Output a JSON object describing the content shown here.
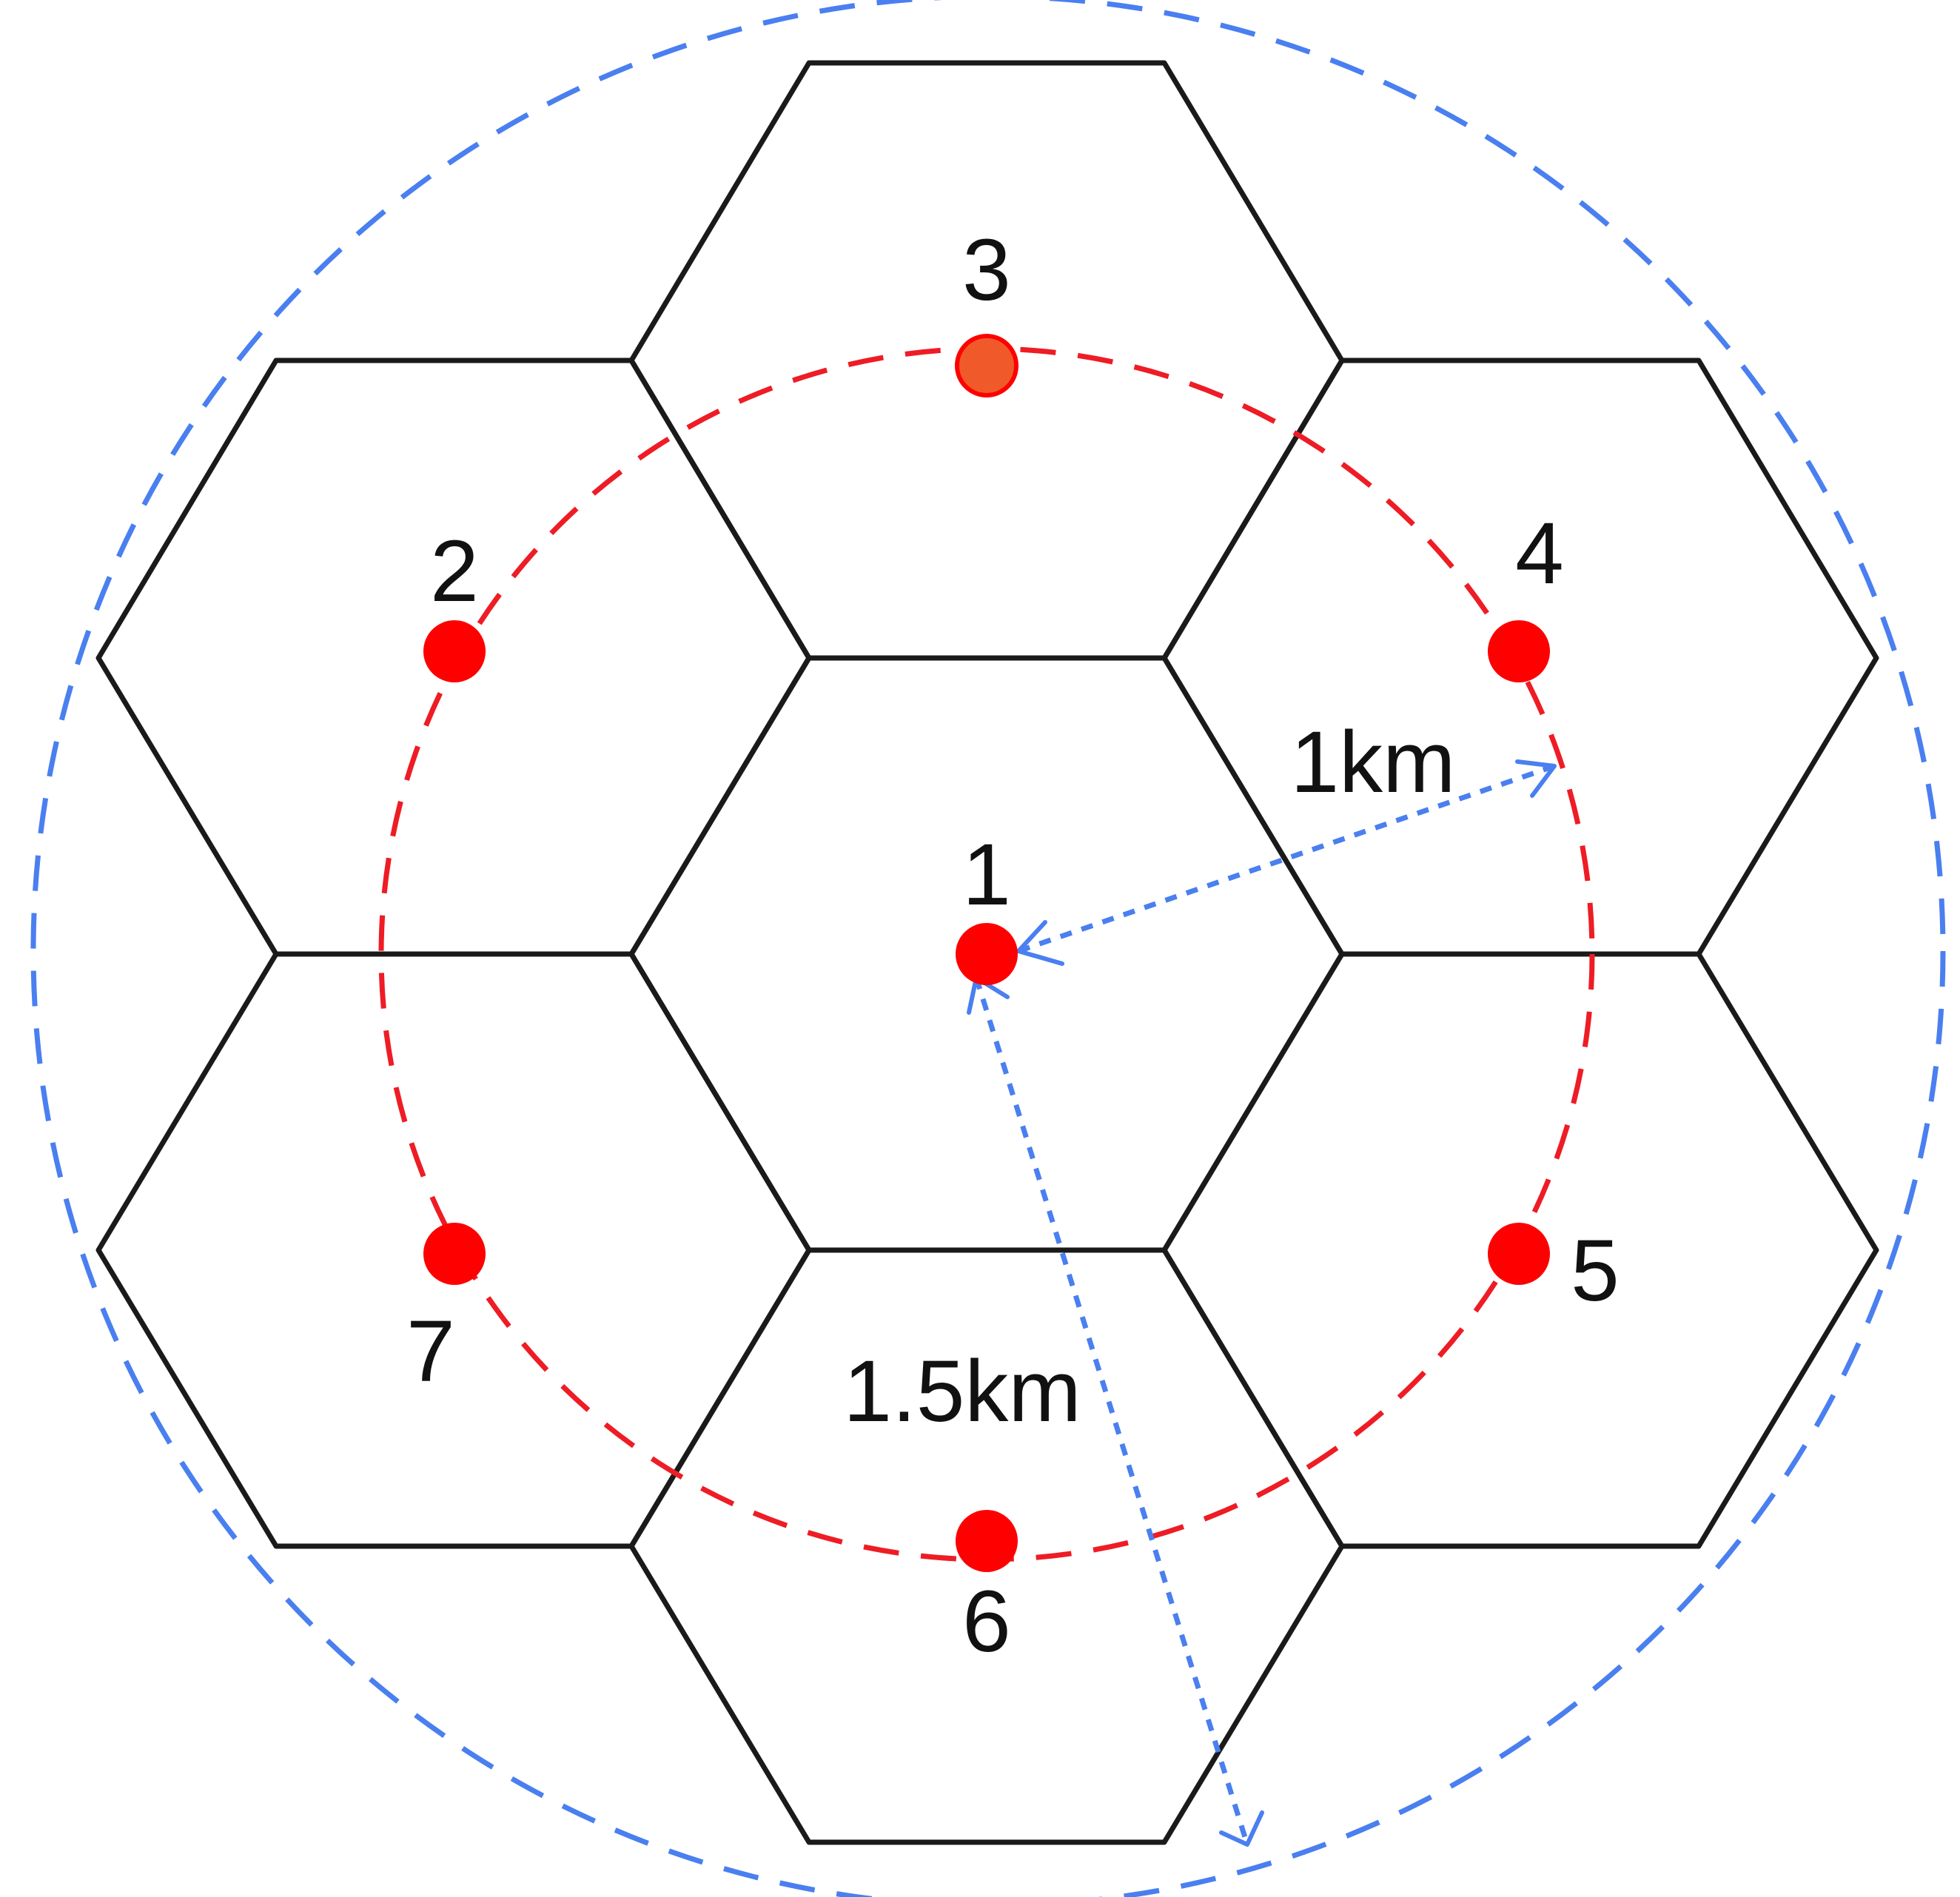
{
  "colors": {
    "hex_edge": "#1a1a1a",
    "center_hex_edge": "#1c2340",
    "inner_ring": "#ee1c25",
    "outer_ring": "#4a7ff0",
    "site_fill": "#fe0000",
    "site3_fill": "#f05a2a",
    "dimension_arrow": "#4a7ff0"
  },
  "cells": [
    {
      "id": "1",
      "label": "1"
    },
    {
      "id": "2",
      "label": "2"
    },
    {
      "id": "3",
      "label": "3"
    },
    {
      "id": "4",
      "label": "4"
    },
    {
      "id": "5",
      "label": "5"
    },
    {
      "id": "6",
      "label": "6"
    },
    {
      "id": "7",
      "label": "7"
    }
  ],
  "inner_radius_label": "1km",
  "outer_radius_label": "1.5km"
}
